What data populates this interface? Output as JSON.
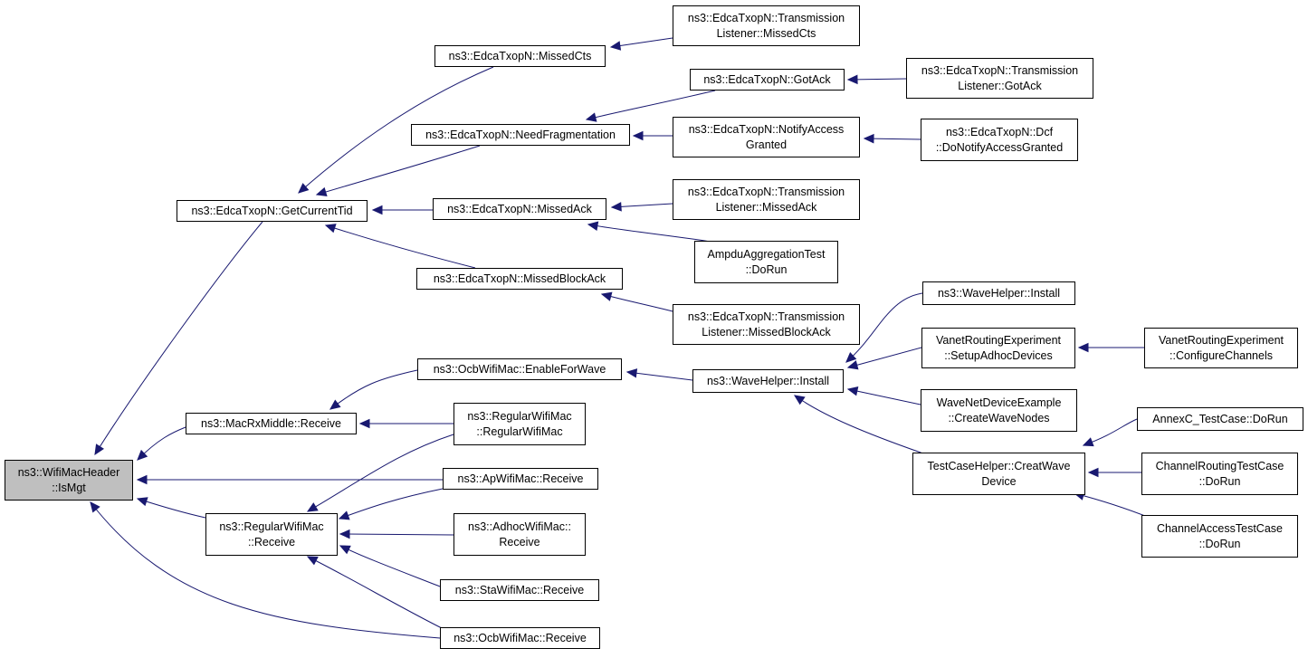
{
  "colors": {
    "edge": "#191970",
    "root_fill": "#bfbfbf",
    "node_fill": "#ffffff",
    "border": "#000000"
  },
  "nodes": {
    "root": [
      "ns3::WifiMacHeader",
      "::IsMgt"
    ],
    "get_current_tid": [
      "ns3::EdcaTxopN::GetCurrentTid"
    ],
    "missed_cts": [
      "ns3::EdcaTxopN::MissedCts"
    ],
    "need_fragmentation": [
      "ns3::EdcaTxopN::NeedFragmentation"
    ],
    "missed_ack": [
      "ns3::EdcaTxopN::MissedAck"
    ],
    "missed_block_ack": [
      "ns3::EdcaTxopN::MissedBlockAck"
    ],
    "tl_missed_cts": [
      "ns3::EdcaTxopN::Transmission",
      "Listener::MissedCts"
    ],
    "got_ack": [
      "ns3::EdcaTxopN::GotAck"
    ],
    "tl_got_ack": [
      "ns3::EdcaTxopN::Transmission",
      "Listener::GotAck"
    ],
    "notify_access_granted": [
      "ns3::EdcaTxopN::NotifyAccess",
      "Granted"
    ],
    "dcf_notify": [
      "ns3::EdcaTxopN::Dcf",
      "::DoNotifyAccessGranted"
    ],
    "tl_missed_ack": [
      "ns3::EdcaTxopN::Transmission",
      "Listener::MissedAck"
    ],
    "ampdu_test": [
      "AmpduAggregationTest",
      "::DoRun"
    ],
    "tl_missed_block_ack": [
      "ns3::EdcaTxopN::Transmission",
      "Listener::MissedBlockAck"
    ],
    "mac_rx_middle": [
      "ns3::MacRxMiddle::Receive"
    ],
    "regular_receive": [
      "ns3::RegularWifiMac",
      "::Receive"
    ],
    "ocb_enable_for_wave": [
      "ns3::OcbWifiMac::EnableForWave"
    ],
    "regular_ctor": [
      "ns3::RegularWifiMac",
      "::RegularWifiMac"
    ],
    "ap_receive": [
      "ns3::ApWifiMac::Receive"
    ],
    "adhoc_receive": [
      "ns3::AdhocWifiMac::",
      "Receive"
    ],
    "sta_receive": [
      "ns3::StaWifiMac::Receive"
    ],
    "ocb_receive": [
      "ns3::OcbWifiMac::Receive"
    ],
    "wave_install_a": [
      "ns3::WaveHelper::Install"
    ],
    "wave_install_b": [
      "ns3::WaveHelper::Install"
    ],
    "vanet_setup": [
      "VanetRoutingExperiment",
      "::SetupAdhocDevices"
    ],
    "vanet_configure": [
      "VanetRoutingExperiment",
      "::ConfigureChannels"
    ],
    "wave_example": [
      "WaveNetDeviceExample",
      "::CreateWaveNodes"
    ],
    "creat_wave_device": [
      "TestCaseHelper::CreatWave",
      "Device"
    ],
    "annexc": [
      "AnnexC_TestCase::DoRun"
    ],
    "channel_routing": [
      "ChannelRoutingTestCase",
      "::DoRun"
    ],
    "channel_access": [
      "ChannelAccessTestCase",
      "::DoRun"
    ]
  }
}
